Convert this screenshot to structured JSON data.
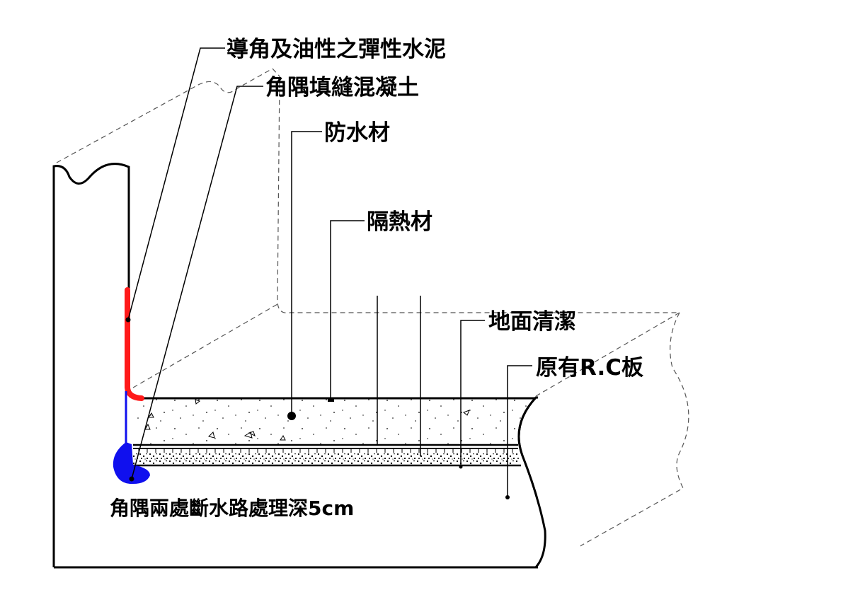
{
  "labels": {
    "elastic_cement": "導角及油性之彈性水泥",
    "corner_concrete": "角隅填縫混凝土",
    "waterproof": "防水材",
    "insulation": "隔熱材",
    "floor_clean": "地面清潔",
    "rc_slab": "原有R.C板",
    "bottom_note": "角隅兩處斷水路處理深5cm"
  },
  "colors": {
    "line": "#000000",
    "dashed": "#555555",
    "elastic_cement": "#ff1a1a",
    "waterproof_blue": "#1010ee"
  }
}
